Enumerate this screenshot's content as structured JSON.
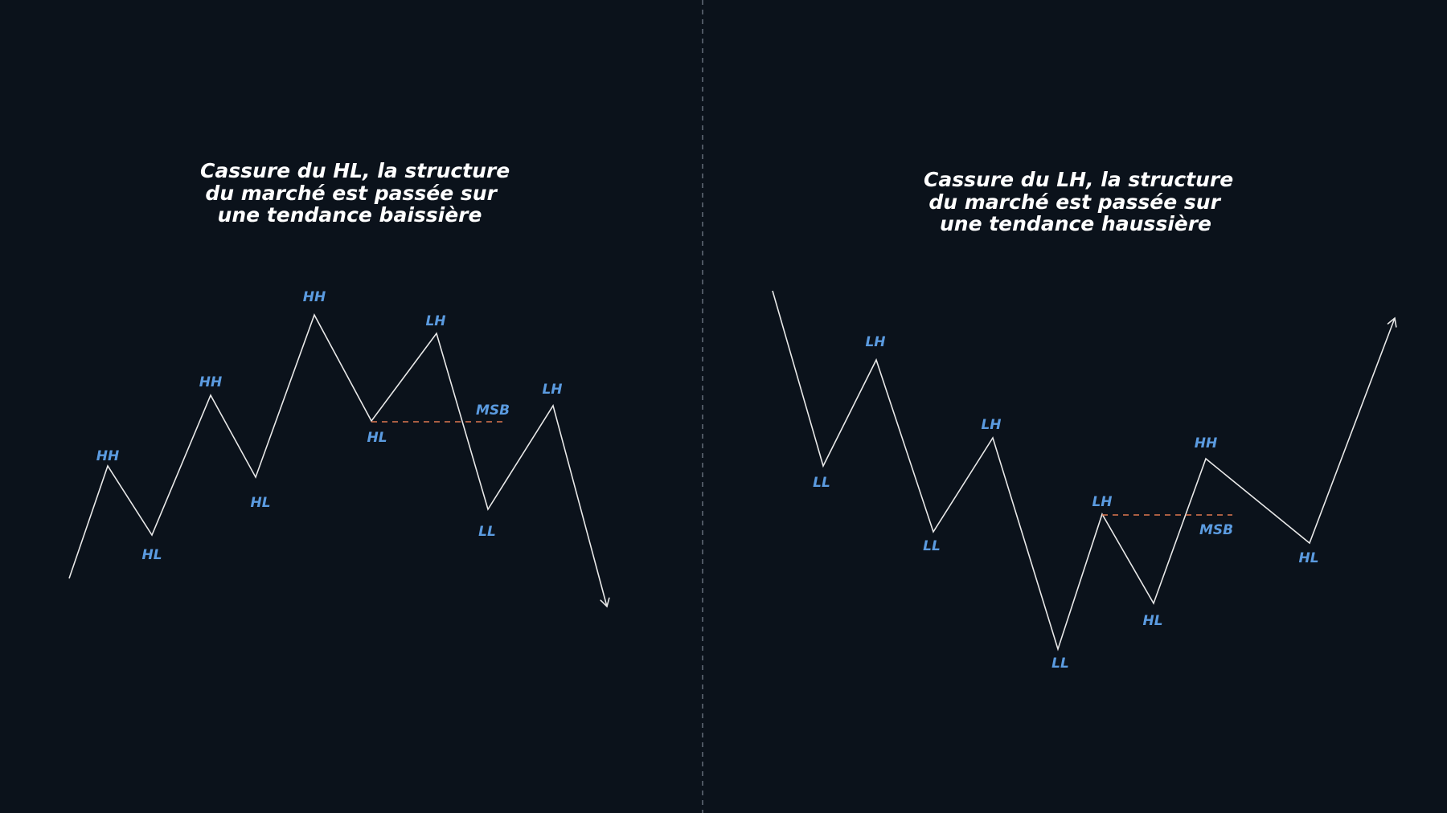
{
  "panels": [
    {
      "id": "left",
      "caption": [
        "Cassure du HL, la structure",
        "du marché est passée sur",
        "une tendance baissière"
      ],
      "swings": [
        {
          "label": ""
        },
        {
          "label": "HH"
        },
        {
          "label": "HL"
        },
        {
          "label": "HH"
        },
        {
          "label": "HL"
        },
        {
          "label": "HH"
        },
        {
          "label": "HL"
        },
        {
          "label": "LH"
        },
        {
          "label": "LL"
        },
        {
          "label": "LH"
        },
        {
          "label": ""
        }
      ],
      "msb_label": "MSB",
      "direction": "down"
    },
    {
      "id": "right",
      "caption": [
        "Cassure du LH, la structure",
        "du marché est passée sur",
        "une tendance haussière"
      ],
      "swings": [
        {
          "label": ""
        },
        {
          "label": "LL"
        },
        {
          "label": "LH"
        },
        {
          "label": "LL"
        },
        {
          "label": "LH"
        },
        {
          "label": "LL"
        },
        {
          "label": "LH"
        },
        {
          "label": "HL"
        },
        {
          "label": "HH"
        },
        {
          "label": "HL"
        },
        {
          "label": ""
        }
      ],
      "msb_label": "MSB",
      "direction": "up"
    }
  ],
  "colors": {
    "background": "#0b121b",
    "price_line": "#e8e8e8",
    "pivot_label": "#5b9be0",
    "msb_line": "#e0784f",
    "caption": "#ffffff",
    "divider": "#6b7480"
  }
}
